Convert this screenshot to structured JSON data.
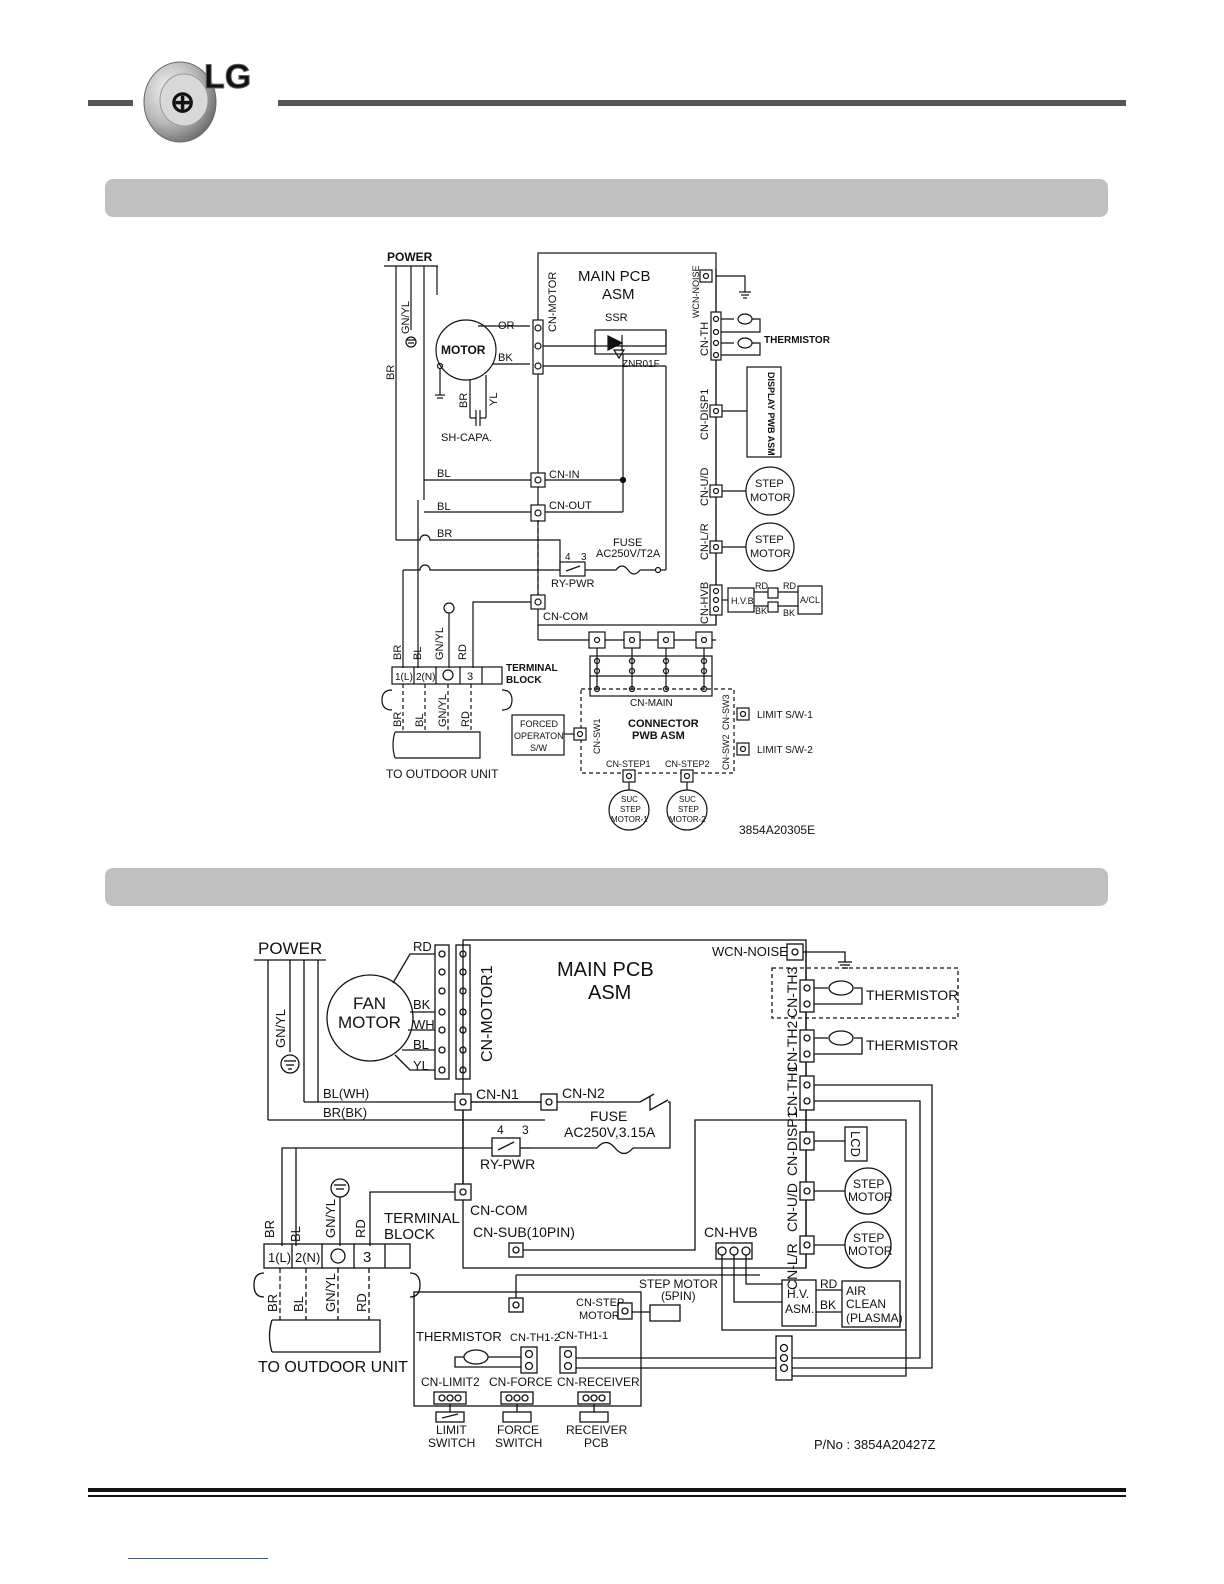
{
  "brand": {
    "logo_text": "LG"
  },
  "diagram1": {
    "power": "POWER",
    "gnyl": "GN/YL",
    "br": "BR",
    "motor": "MOTOR",
    "or": "OR",
    "bk": "BK",
    "br2": "BR",
    "yl": "YL",
    "shcapa": "SH-CAPA.",
    "main_pcb_1": "MAIN PCB",
    "main_pcb_2": "ASM",
    "cn_motor": "CN-MOTOR",
    "ssr": "SSR",
    "znr": "ZNR01F",
    "bl1": "BL",
    "cn_in": "CN-IN",
    "bl2": "BL",
    "cn_out": "CN-OUT",
    "br3": "BR",
    "fuse": "FUSE",
    "fuse_rating": "AC250V/T2A",
    "relay_4": "4",
    "relay_3": "3",
    "ry_pwr": "RY-PWR",
    "cn_com": "CN-COM",
    "wcn_noise": "WCN-NOISE",
    "cn_th": "CN-TH",
    "thermistor": "THERMISTOR",
    "cn_disp1": "CN-DISP1",
    "display_pwb": "DISPLAY PWB ASM",
    "cn_ud": "CN-U/D",
    "step_motor_a": "STEP",
    "step_motor_b": "MOTOR",
    "cn_lr": "CN-L/R",
    "cn_hvb": "CN-HVB",
    "hvb": "H.V.B",
    "rd": "RD",
    "bk2": "BK",
    "acl": "A/CL",
    "cn_main": "CN-MAIN",
    "connector_pwb_1": "CONNECTOR",
    "connector_pwb_2": "PWB ASM",
    "cn_sw3": "CN-SW3",
    "cn_sw2": "CN-SW2",
    "cn_sw1": "CN-SW1",
    "limit1": "LIMIT S/W-1",
    "limit2": "LIMIT S/W-2",
    "forced_1": "FORCED",
    "forced_2": "OPERATON",
    "forced_3": "S/W",
    "cn_step1": "CN-STEP1",
    "cn_step2": "CN-STEP2",
    "suc_1": "SUC",
    "suc_2": "STEP",
    "suc_3": "MOTOR-1",
    "suc_4": "MOTOR-2",
    "tb_br": "BR",
    "tb_bl": "BL",
    "tb_gnyl": "GN/YL",
    "tb_rd": "RD",
    "tb_1": "1(L)",
    "tb_2": "2(N)",
    "tb_3": "3",
    "terminal_1": "TERMINAL",
    "terminal_2": "BLOCK",
    "to_outdoor": "TO OUTDOOR UNIT",
    "part_no": "3854A20305E"
  },
  "diagram2": {
    "power": "POWER",
    "gnyl": "GN/YL",
    "rd": "RD",
    "fan_motor_1": "FAN",
    "fan_motor_2": "MOTOR",
    "bk": "BK",
    "wh": "WH",
    "bl": "BL",
    "yl": "YL",
    "cn_motor1": "CN-MOTOR1",
    "main_pcb_1": "MAIN PCB",
    "main_pcb_2": "ASM",
    "blwh": "BL(WH)",
    "brbk": "BR(BK)",
    "cn_n1": "CN-N1",
    "cn_n2": "CN-N2",
    "fuse": "FUSE",
    "fuse_rating": "AC250V,3.15A",
    "relay_4": "4",
    "relay_3": "3",
    "ry_pwr": "RY-PWR",
    "cn_com": "CN-COM",
    "cn_sub": "CN-SUB(10PIN)",
    "terminal_1": "TERMINAL",
    "terminal_2": "BLOCK",
    "tb_br": "BR",
    "tb_bl": "BL",
    "tb_gnyl": "GN/YL",
    "tb_rd": "RD",
    "tb_1": "1(L)",
    "tb_2": "2(N)",
    "tb_3": "3",
    "to_outdoor": "TO OUTDOOR UNIT",
    "wcn_noise": "WCN-NOISE",
    "cn_th3": "CN-TH3",
    "cn_th2": "CN-TH2",
    "cn_th1": "CN-TH1",
    "thermistor": "THERMISTOR",
    "cn_disp1": "CN-DISP1",
    "lcd": "LCD",
    "cn_ud": "CN-U/D",
    "cn_lr": "CN-L/R",
    "step_a": "STEP",
    "step_b": "MOTOR",
    "cn_hvb": "CN-HVB",
    "hv_1": "H.V.",
    "hv_2": "ASM.",
    "rd2": "RD",
    "bk2": "BK",
    "air_1": "AIR",
    "air_2": "CLEAN",
    "air_3": "(PLASMA)",
    "step_motor_5pin_1": "STEP MOTOR",
    "step_motor_5pin_2": "(5PIN)",
    "cn_step_1": "CN-STEP",
    "cn_step_2": "MOTOR",
    "thermistor_sub": "THERMISTOR",
    "cn_th1_2": "CN-TH1-2",
    "cn_th1_1": "CN-TH1-1",
    "cn_limit2": "CN-LIMIT2",
    "cn_force": "CN-FORCE",
    "cn_receiver": "CN-RECEIVER",
    "limit_1": "LIMIT",
    "limit_2": "SWITCH",
    "force_1": "FORCE",
    "force_2": "SWITCH",
    "receiver_1": "RECEIVER",
    "receiver_2": "PCB",
    "part_no": "P/No : 3854A20427Z"
  }
}
